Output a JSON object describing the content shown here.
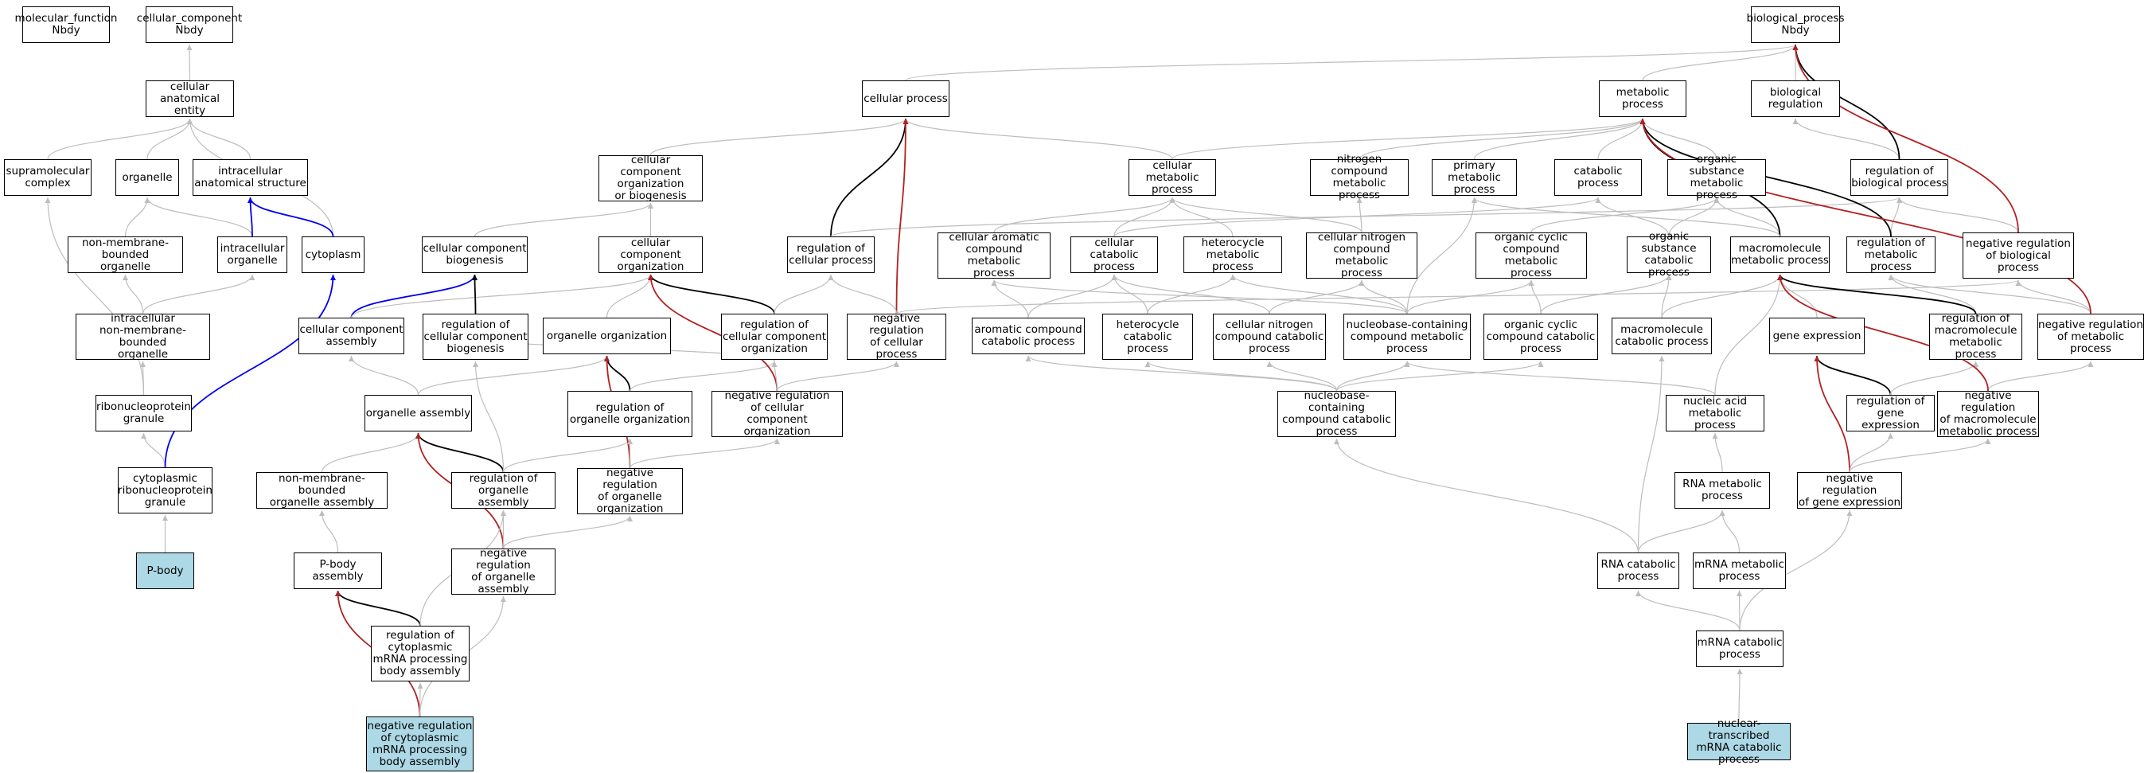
{
  "colors": {
    "default_edge": "#bdbdbd",
    "part_of_edge": "#0000ee",
    "regulates_edge": "#000000",
    "negative_regulation_edge": "#b22222",
    "highlight_fill": "#add8e6"
  },
  "nodes": [
    {
      "id": "mf",
      "label": "molecular_function\nNbdy"
    },
    {
      "id": "cc",
      "label": "cellular_component\nNbdy"
    },
    {
      "id": "bp",
      "label": "biological_process\nNbdy"
    },
    {
      "id": "cae",
      "label": "cellular anatomical\nentity"
    },
    {
      "id": "cp",
      "label": "cellular process"
    },
    {
      "id": "mp",
      "label": "metabolic process"
    },
    {
      "id": "breg",
      "label": "biological regulation"
    },
    {
      "id": "smc",
      "label": "supramolecular\ncomplex"
    },
    {
      "id": "org",
      "label": "organelle"
    },
    {
      "id": "ias",
      "label": "intracellular\nanatomical structure"
    },
    {
      "id": "ccob",
      "label": "cellular component\norganization\nor biogenesis"
    },
    {
      "id": "cmp",
      "label": "cellular metabolic\nprocess"
    },
    {
      "id": "ncmp",
      "label": "nitrogen compound\nmetabolic process"
    },
    {
      "id": "pmp",
      "label": "primary metabolic\nprocess"
    },
    {
      "id": "catp",
      "label": "catabolic process"
    },
    {
      "id": "osmp",
      "label": "organic substance\nmetabolic process"
    },
    {
      "id": "rbp",
      "label": "regulation of\nbiological process"
    },
    {
      "id": "nmbo",
      "label": "non-membrane-bounded\norganelle"
    },
    {
      "id": "io",
      "label": "intracellular\norganelle"
    },
    {
      "id": "cyto",
      "label": "cytoplasm"
    },
    {
      "id": "ccb",
      "label": "cellular component\nbiogenesis"
    },
    {
      "id": "cco",
      "label": "cellular component\norganization"
    },
    {
      "id": "rcp",
      "label": "regulation of\ncellular process"
    },
    {
      "id": "cacmp",
      "label": "cellular aromatic\ncompound metabolic\nprocess"
    },
    {
      "id": "ccatp",
      "label": "cellular catabolic\nprocess"
    },
    {
      "id": "hmp",
      "label": "heterocycle\nmetabolic process"
    },
    {
      "id": "cncmp",
      "label": "cellular nitrogen\ncompound metabolic\nprocess"
    },
    {
      "id": "occmp",
      "label": "organic cyclic\ncompound metabolic\nprocess"
    },
    {
      "id": "oscp",
      "label": "organic substance\ncatabolic process"
    },
    {
      "id": "macmp",
      "label": "macromolecule\nmetabolic process"
    },
    {
      "id": "rmp",
      "label": "regulation of\nmetabolic process"
    },
    {
      "id": "nrbp",
      "label": "negative regulation\nof biological\nprocess"
    },
    {
      "id": "inmbo",
      "label": "intracellular\nnon-membrane-bounded\norganelle"
    },
    {
      "id": "cca",
      "label": "cellular component\nassembly"
    },
    {
      "id": "rccb",
      "label": "regulation of\ncellular component\nbiogenesis"
    },
    {
      "id": "oo",
      "label": "organelle organization"
    },
    {
      "id": "rcco",
      "label": "regulation of\ncellular component\norganization"
    },
    {
      "id": "nrcp",
      "label": "negative regulation\nof cellular\nprocess"
    },
    {
      "id": "accp",
      "label": "aromatic compound\ncatabolic process"
    },
    {
      "id": "hcp",
      "label": "heterocycle\ncatabolic process"
    },
    {
      "id": "cnccp",
      "label": "cellular nitrogen\ncompound catabolic\nprocess"
    },
    {
      "id": "nbcmp",
      "label": "nucleobase-containing\ncompound metabolic\nprocess"
    },
    {
      "id": "occcp",
      "label": "organic cyclic\ncompound catabolic\nprocess"
    },
    {
      "id": "mccp",
      "label": "macromolecule\ncatabolic process"
    },
    {
      "id": "ge",
      "label": "gene expression"
    },
    {
      "id": "rmmp",
      "label": "regulation of\nmacromolecule\nmetabolic process"
    },
    {
      "id": "nrmp",
      "label": "negative regulation\nof metabolic\nprocess"
    },
    {
      "id": "rnpg",
      "label": "ribonucleoprotein\ngranule"
    },
    {
      "id": "oa",
      "label": "organelle assembly"
    },
    {
      "id": "roo",
      "label": "regulation of\norganelle organization"
    },
    {
      "id": "nrcco",
      "label": "negative regulation\nof cellular\ncomponent organization"
    },
    {
      "id": "nbccp",
      "label": "nucleobase-containing\ncompound catabolic\nprocess"
    },
    {
      "id": "namp",
      "label": "nucleic acid\nmetabolic process"
    },
    {
      "id": "rge",
      "label": "regulation of\ngene expression"
    },
    {
      "id": "nrmmp",
      "label": "negative regulation\nof macromolecule\nmetabolic process"
    },
    {
      "id": "crnpg",
      "label": "cytoplasmic\nribonucleoprotein\ngranule"
    },
    {
      "id": "nmboa",
      "label": "non-membrane-bounded\norganelle assembly"
    },
    {
      "id": "roa",
      "label": "regulation of\norganelle assembly"
    },
    {
      "id": "nroo",
      "label": "negative regulation\nof organelle\norganization"
    },
    {
      "id": "rnamp",
      "label": "RNA metabolic\nprocess"
    },
    {
      "id": "nrge",
      "label": "negative regulation\nof gene expression"
    },
    {
      "id": "pbody",
      "label": "P-body",
      "highlight": true
    },
    {
      "id": "pba",
      "label": "P-body assembly"
    },
    {
      "id": "nroa",
      "label": "negative regulation\nof organelle\nassembly"
    },
    {
      "id": "rnacp",
      "label": "RNA catabolic\nprocess"
    },
    {
      "id": "mrnamp",
      "label": "mRNA metabolic\nprocess"
    },
    {
      "id": "rcmpba",
      "label": "regulation of\ncytoplasmic\nmRNA processing\nbody assembly"
    },
    {
      "id": "mrnacp",
      "label": "mRNA catabolic\nprocess"
    },
    {
      "id": "nrcmpba",
      "label": "negative regulation\nof cytoplasmic\nmRNA processing\nbody assembly",
      "highlight": true
    },
    {
      "id": "ntmrnacp",
      "label": "nuclear-transcribed\nmRNA catabolic\nprocess",
      "highlight": true
    }
  ],
  "edges": [
    [
      "cae",
      "cc",
      "is_a"
    ],
    [
      "smc",
      "cae",
      "is_a"
    ],
    [
      "org",
      "cae",
      "is_a"
    ],
    [
      "ias",
      "cae",
      "is_a"
    ],
    [
      "cyto",
      "cae",
      "is_a"
    ],
    [
      "nmbo",
      "org",
      "is_a"
    ],
    [
      "io",
      "org",
      "is_a"
    ],
    [
      "io",
      "ias",
      "part_of"
    ],
    [
      "cyto",
      "ias",
      "part_of"
    ],
    [
      "inmbo",
      "nmbo",
      "is_a"
    ],
    [
      "inmbo",
      "io",
      "is_a"
    ],
    [
      "rnpg",
      "smc",
      "is_a"
    ],
    [
      "rnpg",
      "inmbo",
      "is_a"
    ],
    [
      "crnpg",
      "rnpg",
      "is_a"
    ],
    [
      "crnpg",
      "cyto",
      "part_of"
    ],
    [
      "pbody",
      "crnpg",
      "is_a"
    ],
    [
      "cp",
      "bp",
      "is_a"
    ],
    [
      "mp",
      "bp",
      "is_a"
    ],
    [
      "breg",
      "bp",
      "is_a"
    ],
    [
      "ccob",
      "cp",
      "is_a"
    ],
    [
      "cmp",
      "cp",
      "is_a"
    ],
    [
      "cmp",
      "mp",
      "is_a"
    ],
    [
      "ncmp",
      "mp",
      "is_a"
    ],
    [
      "pmp",
      "mp",
      "is_a"
    ],
    [
      "catp",
      "mp",
      "is_a"
    ],
    [
      "osmp",
      "mp",
      "is_a"
    ],
    [
      "rbp",
      "breg",
      "is_a"
    ],
    [
      "rbp",
      "bp",
      "regulates"
    ],
    [
      "ccb",
      "ccob",
      "is_a"
    ],
    [
      "cco",
      "ccob",
      "is_a"
    ],
    [
      "cca",
      "ccb",
      "part_of"
    ],
    [
      "cca",
      "cco",
      "is_a"
    ],
    [
      "rccb",
      "ccb",
      "regulates"
    ],
    [
      "rccb",
      "rcco",
      "is_a"
    ],
    [
      "oo",
      "cco",
      "is_a"
    ],
    [
      "rcco",
      "cco",
      "regulates"
    ],
    [
      "rcco",
      "rcp",
      "is_a"
    ],
    [
      "rcp",
      "cp",
      "regulates"
    ],
    [
      "rcp",
      "rbp",
      "is_a"
    ],
    [
      "nrcp",
      "cp",
      "negatively_regulates"
    ],
    [
      "nrcp",
      "rcp",
      "is_a"
    ],
    [
      "nrcp",
      "nrbp",
      "is_a"
    ],
    [
      "cacmp",
      "cmp",
      "is_a"
    ],
    [
      "ccatp",
      "cmp",
      "is_a"
    ],
    [
      "ccatp",
      "catp",
      "is_a"
    ],
    [
      "hmp",
      "cmp",
      "is_a"
    ],
    [
      "cncmp",
      "cmp",
      "is_a"
    ],
    [
      "cncmp",
      "ncmp",
      "is_a"
    ],
    [
      "occmp",
      "osmp",
      "is_a"
    ],
    [
      "oscp",
      "osmp",
      "is_a"
    ],
    [
      "oscp",
      "catp",
      "is_a"
    ],
    [
      "macmp",
      "osmp",
      "is_a"
    ],
    [
      "macmp",
      "mp",
      "regulates"
    ],
    [
      "macmp",
      "pmp",
      "is_a"
    ],
    [
      "rmp",
      "rbp",
      "is_a"
    ],
    [
      "rmp",
      "mp",
      "regulates"
    ],
    [
      "nrbp",
      "rbp",
      "is_a"
    ],
    [
      "nrbp",
      "bp",
      "negatively_regulates"
    ],
    [
      "accp",
      "cacmp",
      "is_a"
    ],
    [
      "accp",
      "ccatp",
      "is_a"
    ],
    [
      "hcp",
      "hmp",
      "is_a"
    ],
    [
      "hcp",
      "ccatp",
      "is_a"
    ],
    [
      "cnccp",
      "cncmp",
      "is_a"
    ],
    [
      "cnccp",
      "ccatp",
      "is_a"
    ],
    [
      "nbcmp",
      "cacmp",
      "is_a"
    ],
    [
      "nbcmp",
      "hmp",
      "is_a"
    ],
    [
      "nbcmp",
      "cncmp",
      "is_a"
    ],
    [
      "nbcmp",
      "occmp",
      "is_a"
    ],
    [
      "nbcmp",
      "pmp",
      "is_a"
    ],
    [
      "occcp",
      "occmp",
      "is_a"
    ],
    [
      "occcp",
      "oscp",
      "is_a"
    ],
    [
      "mccp",
      "macmp",
      "is_a"
    ],
    [
      "mccp",
      "oscp",
      "is_a"
    ],
    [
      "ge",
      "macmp",
      "is_a"
    ],
    [
      "rmmp",
      "rmp",
      "is_a"
    ],
    [
      "rmmp",
      "macmp",
      "regulates"
    ],
    [
      "nrmp",
      "rmp",
      "is_a"
    ],
    [
      "nrmp",
      "nrbp",
      "is_a"
    ],
    [
      "nrmp",
      "mp",
      "negatively_regulates"
    ],
    [
      "oa",
      "cca",
      "is_a"
    ],
    [
      "oa",
      "oo",
      "is_a"
    ],
    [
      "roo",
      "oo",
      "regulates"
    ],
    [
      "roo",
      "rcco",
      "is_a"
    ],
    [
      "nrcco",
      "cco",
      "negatively_regulates"
    ],
    [
      "nrcco",
      "rcco",
      "is_a"
    ],
    [
      "nrcco",
      "nrcp",
      "is_a"
    ],
    [
      "nbccp",
      "accp",
      "is_a"
    ],
    [
      "nbccp",
      "hcp",
      "is_a"
    ],
    [
      "nbccp",
      "cnccp",
      "is_a"
    ],
    [
      "nbccp",
      "nbcmp",
      "is_a"
    ],
    [
      "nbccp",
      "occcp",
      "is_a"
    ],
    [
      "namp",
      "nbcmp",
      "is_a"
    ],
    [
      "namp",
      "macmp",
      "is_a"
    ],
    [
      "rge",
      "ge",
      "regulates"
    ],
    [
      "rge",
      "rmmp",
      "is_a"
    ],
    [
      "nrmmp",
      "rmmp",
      "is_a"
    ],
    [
      "nrmmp",
      "nrmp",
      "is_a"
    ],
    [
      "nrmmp",
      "macmp",
      "negatively_regulates"
    ],
    [
      "nmboa",
      "oa",
      "is_a"
    ],
    [
      "roa",
      "oa",
      "regulates"
    ],
    [
      "roa",
      "roo",
      "is_a"
    ],
    [
      "roa",
      "rccb",
      "is_a"
    ],
    [
      "nroo",
      "oo",
      "negatively_regulates"
    ],
    [
      "nroo",
      "roo",
      "is_a"
    ],
    [
      "nroo",
      "nrcco",
      "is_a"
    ],
    [
      "rnamp",
      "namp",
      "is_a"
    ],
    [
      "nrge",
      "ge",
      "negatively_regulates"
    ],
    [
      "nrge",
      "rge",
      "is_a"
    ],
    [
      "nrge",
      "nrmmp",
      "is_a"
    ],
    [
      "pba",
      "nmboa",
      "is_a"
    ],
    [
      "nroa",
      "oa",
      "negatively_regulates"
    ],
    [
      "nroa",
      "roa",
      "is_a"
    ],
    [
      "nroa",
      "nroo",
      "is_a"
    ],
    [
      "rnacp",
      "rnamp",
      "is_a"
    ],
    [
      "rnacp",
      "nbccp",
      "is_a"
    ],
    [
      "rnacp",
      "mccp",
      "is_a"
    ],
    [
      "mrnamp",
      "rnamp",
      "is_a"
    ],
    [
      "rcmpba",
      "pba",
      "regulates"
    ],
    [
      "rcmpba",
      "roa",
      "is_a"
    ],
    [
      "mrnacp",
      "rnacp",
      "is_a"
    ],
    [
      "mrnacp",
      "mrnamp",
      "is_a"
    ],
    [
      "mrnacp",
      "nrge",
      "is_a"
    ],
    [
      "nrcmpba",
      "pba",
      "negatively_regulates"
    ],
    [
      "nrcmpba",
      "rcmpba",
      "is_a"
    ],
    [
      "nrcmpba",
      "nroa",
      "is_a"
    ],
    [
      "ntmrnacp",
      "mrnacp",
      "is_a"
    ]
  ]
}
